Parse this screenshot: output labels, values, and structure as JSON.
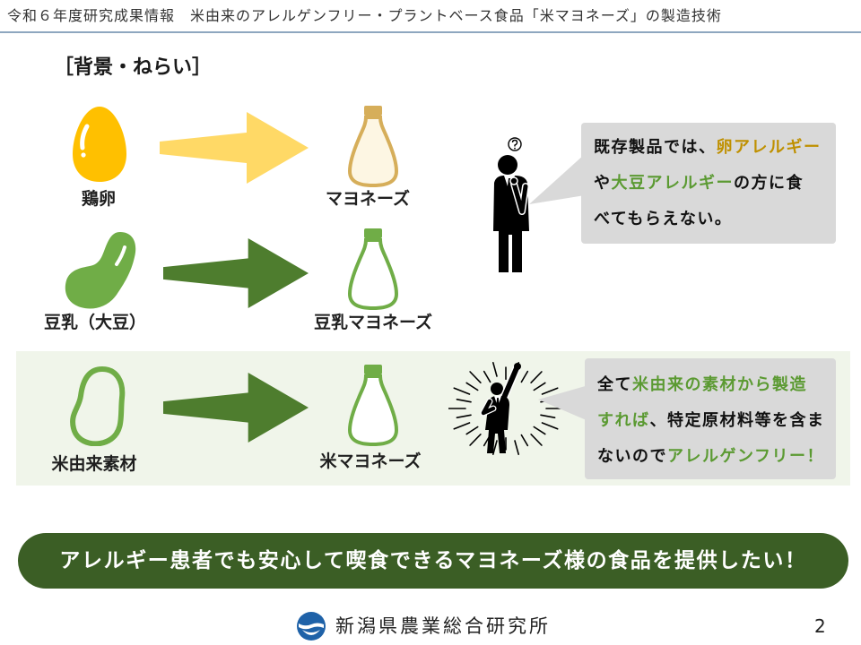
{
  "header": {
    "title": "令和６年度研究成果情報　米由来のアレルゲンフリー・プラントベース食品「米マヨネーズ」の製造技術"
  },
  "section_heading": "［背景・ねらい］",
  "rows": [
    {
      "source": "鶏卵",
      "product": "マヨネーズ"
    },
    {
      "source": "豆乳（大豆）",
      "product": "豆乳マヨネーズ"
    },
    {
      "source": "米由来素材",
      "product": "米マヨネーズ"
    }
  ],
  "bubbles": [
    {
      "lines": [
        [
          "既存製品では、",
          "卵アレルギー"
        ],
        [
          "や",
          "大豆アレルギー",
          "の方に食"
        ],
        [
          "べてもらえない。"
        ]
      ]
    },
    {
      "lines": [
        [
          "全て",
          "米由来の素材から製造"
        ],
        [
          "すれば",
          "、特定原材料等を含ま"
        ],
        [
          "ないので",
          "アレルゲンフリー！"
        ]
      ]
    }
  ],
  "banner": {
    "text": "アレルギー患者でも安心して喫食できるマヨネーズ様の食品を提供したい！"
  },
  "footer": {
    "organization": "新潟県農業総合研究所",
    "page_number": "2"
  },
  "icons": {
    "egg": "egg-icon",
    "soybean": "soybean-icon",
    "rice_grain": "rice-grain-icon",
    "bottle": "mayonnaise-bottle-icon",
    "arrow": "right-arrow-icon",
    "confused_person": "confused-businessman-icon",
    "happy_person": "cheering-person-icon",
    "logo": "institute-logo-icon"
  },
  "colors": {
    "egg": "#FFC000",
    "egg_arrow": "#FFD966",
    "gold": "#D6AE5A",
    "gold_fill": "#FDF6E3",
    "gold_text": "#BF9000",
    "green": "#70AD47",
    "green_dark": "#4E7D2E",
    "green_text": "#5B9A32",
    "banner": "#3B5E25",
    "row_highlight": "#F0F5EA",
    "bubble": "#D9D9D9",
    "header_rule": "#8EA7BF",
    "logo": "#1F62A8"
  }
}
